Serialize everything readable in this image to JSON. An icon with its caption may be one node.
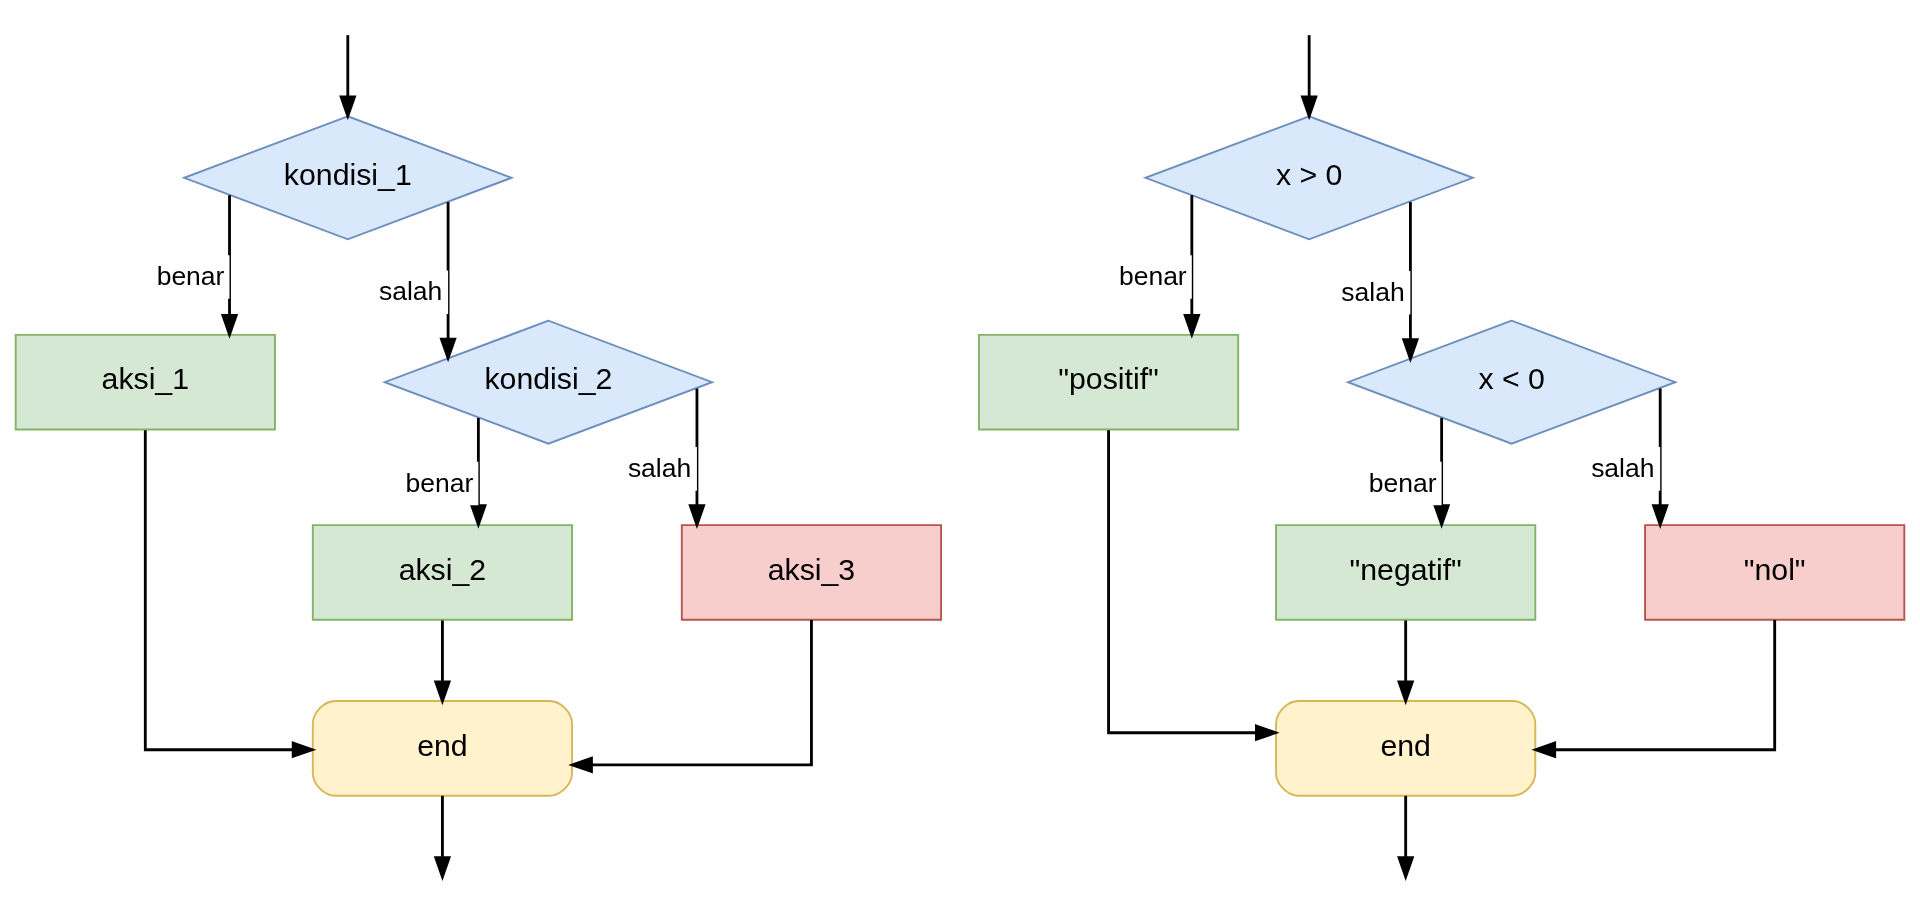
{
  "diagram": {
    "nodes": [
      {
        "text": [
          "kondisi_1"
        ]
      },
      {
        "text": [
          "aksi_1"
        ]
      },
      {
        "text": [
          "kondisi_2"
        ]
      },
      {
        "text": [
          "aksi_2"
        ]
      },
      {
        "text": [
          "aksi_3"
        ]
      },
      {
        "text": [
          "end"
        ]
      },
      {
        "text": [
          "x > 0"
        ]
      },
      {
        "text": [
          "\"positif\""
        ]
      },
      {
        "text": [
          "x < 0"
        ]
      },
      {
        "text": [
          "\"negatif\""
        ]
      },
      {
        "text": [
          "\"nol\""
        ]
      },
      {
        "text": [
          "end"
        ]
      }
    ],
    "edges": [
      {
        "from": null,
        "to": 0,
        "arrow": "to"
      },
      {
        "from": 0,
        "to": 1,
        "arrow": "to",
        "label": "benar"
      },
      {
        "from": 0,
        "to": 2,
        "arrow": "to",
        "label": "salah"
      },
      {
        "from": 2,
        "to": 3,
        "arrow": "to",
        "label": "benar"
      },
      {
        "from": 2,
        "to": 4,
        "arrow": "to",
        "label": "salah"
      },
      {
        "from": 1,
        "to": 5,
        "arrow": "to"
      },
      {
        "from": 3,
        "to": 5,
        "arrow": "to"
      },
      {
        "from": 4,
        "to": 5,
        "arrow": "to"
      },
      {
        "from": 5,
        "to": null,
        "arrow": "to"
      },
      {
        "from": null,
        "to": 6,
        "arrow": "to"
      },
      {
        "from": 6,
        "to": 7,
        "arrow": "to",
        "label": "benar"
      },
      {
        "from": 6,
        "to": 8,
        "arrow": "to",
        "label": "salah"
      },
      {
        "from": 8,
        "to": 9,
        "arrow": "to",
        "label": "benar"
      },
      {
        "from": 8,
        "to": 10,
        "arrow": "to",
        "label": "salah"
      },
      {
        "from": 7,
        "to": 11,
        "arrow": "to"
      },
      {
        "from": 9,
        "to": 11,
        "arrow": "to"
      },
      {
        "from": 10,
        "to": 11,
        "arrow": "to"
      },
      {
        "from": 11,
        "to": null,
        "arrow": "to"
      }
    ]
  }
}
